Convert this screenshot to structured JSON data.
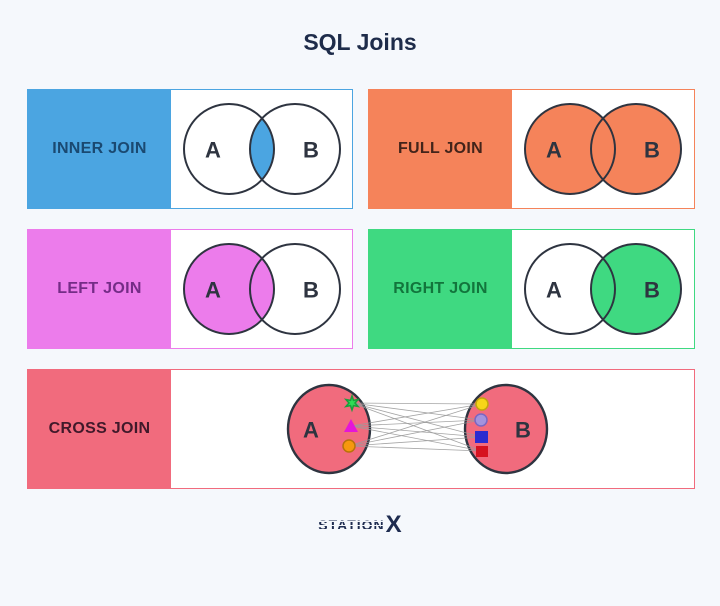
{
  "title": "SQL Joins",
  "background_color": "#f5f8fc",
  "outline_color": "#2e3440",
  "connector_color": "#9b9b9b",
  "venn": {
    "set_a": "A",
    "set_b": "B"
  },
  "cards": [
    {
      "label": "INNER JOIN",
      "color": "#4ba5e1",
      "label_text_color": "#1a4971",
      "highlighted_region": "intersection"
    },
    {
      "label": "FULL JOIN",
      "color": "#f5835a",
      "label_text_color": "#43241a",
      "highlighted_region": "both-circles"
    },
    {
      "label": "LEFT JOIN",
      "color": "#ec7ceb",
      "label_text_color": "#742c86",
      "highlighted_region": "left-circle"
    },
    {
      "label": "RIGHT JOIN",
      "color": "#3fd981",
      "label_text_color": "#12753c",
      "highlighted_region": "right-circle"
    },
    {
      "label": "CROSS JOIN",
      "color": "#f16b7d",
      "label_text_color": "#40192a",
      "highlighted_region": "cartesian-product"
    }
  ],
  "cross_join": {
    "set_a": "A",
    "set_b": "B",
    "a_items": [
      {
        "name": "green-star",
        "color": "#2edc55",
        "stroke": "#1b9e3c"
      },
      {
        "name": "magenta-triangle",
        "color": "#e516d8",
        "stroke": "#a90f9f"
      },
      {
        "name": "orange-circle",
        "color": "#f6980e",
        "stroke": "#b8720a"
      }
    ],
    "b_items": [
      {
        "name": "yellow-circle",
        "color": "#f7d519",
        "stroke": "#c2a60d"
      },
      {
        "name": "lavender-circle",
        "color": "#a393dd",
        "stroke": "#7a66c2"
      },
      {
        "name": "blue-square",
        "color": "#2a2bd0",
        "stroke": "#1c1d96"
      },
      {
        "name": "red-square",
        "color": "#d6121f",
        "stroke": "#9c0d16"
      }
    ],
    "connection_count": 12
  },
  "footer": {
    "brand": "STATION",
    "brand_suffix": "X"
  }
}
